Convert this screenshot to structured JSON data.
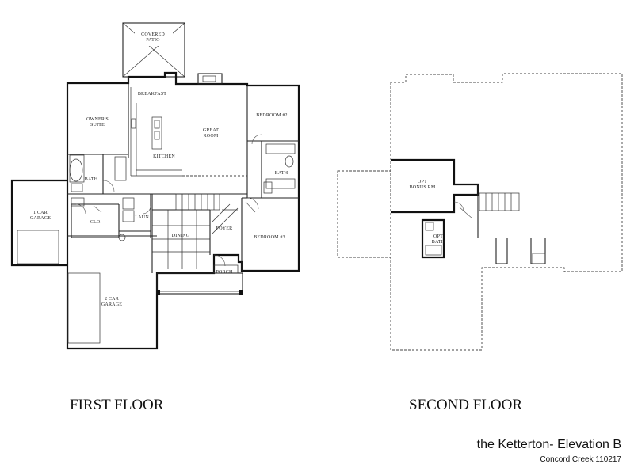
{
  "first_floor": {
    "heading": "FIRST FLOOR",
    "rooms": {
      "covered_patio_1": "COVERED",
      "covered_patio_2": "PATIO",
      "breakfast": "BREAKFAST",
      "owners_suite_1": "OWNER'S",
      "owners_suite_2": "SUITE",
      "great_room_1": "GREAT",
      "great_room_2": "ROOM",
      "bedroom_2": "BEDROOM #2",
      "kitchen": "KITCHEN",
      "bath_owner": "BATH",
      "bath_hall": "BATH",
      "garage_1car_1": "1 CAR",
      "garage_1car_2": "GARAGE",
      "closet": "CLO.",
      "laundry": "LAUN.",
      "dining": "DINING",
      "foyer": "FOYER",
      "bedroom_3": "BEDROOM #3",
      "porch": "PORCH",
      "garage_2car_1": "2 CAR",
      "garage_2car_2": "GARAGE"
    }
  },
  "second_floor": {
    "heading": "SECOND FLOOR",
    "rooms": {
      "bonus_1": "OPT",
      "bonus_2": "BONUS RM",
      "bath_1": "OPT",
      "bath_2": "BATH"
    }
  },
  "title": {
    "name": "the Ketterton- Elevation B",
    "code": "Concord Creek 110217"
  }
}
